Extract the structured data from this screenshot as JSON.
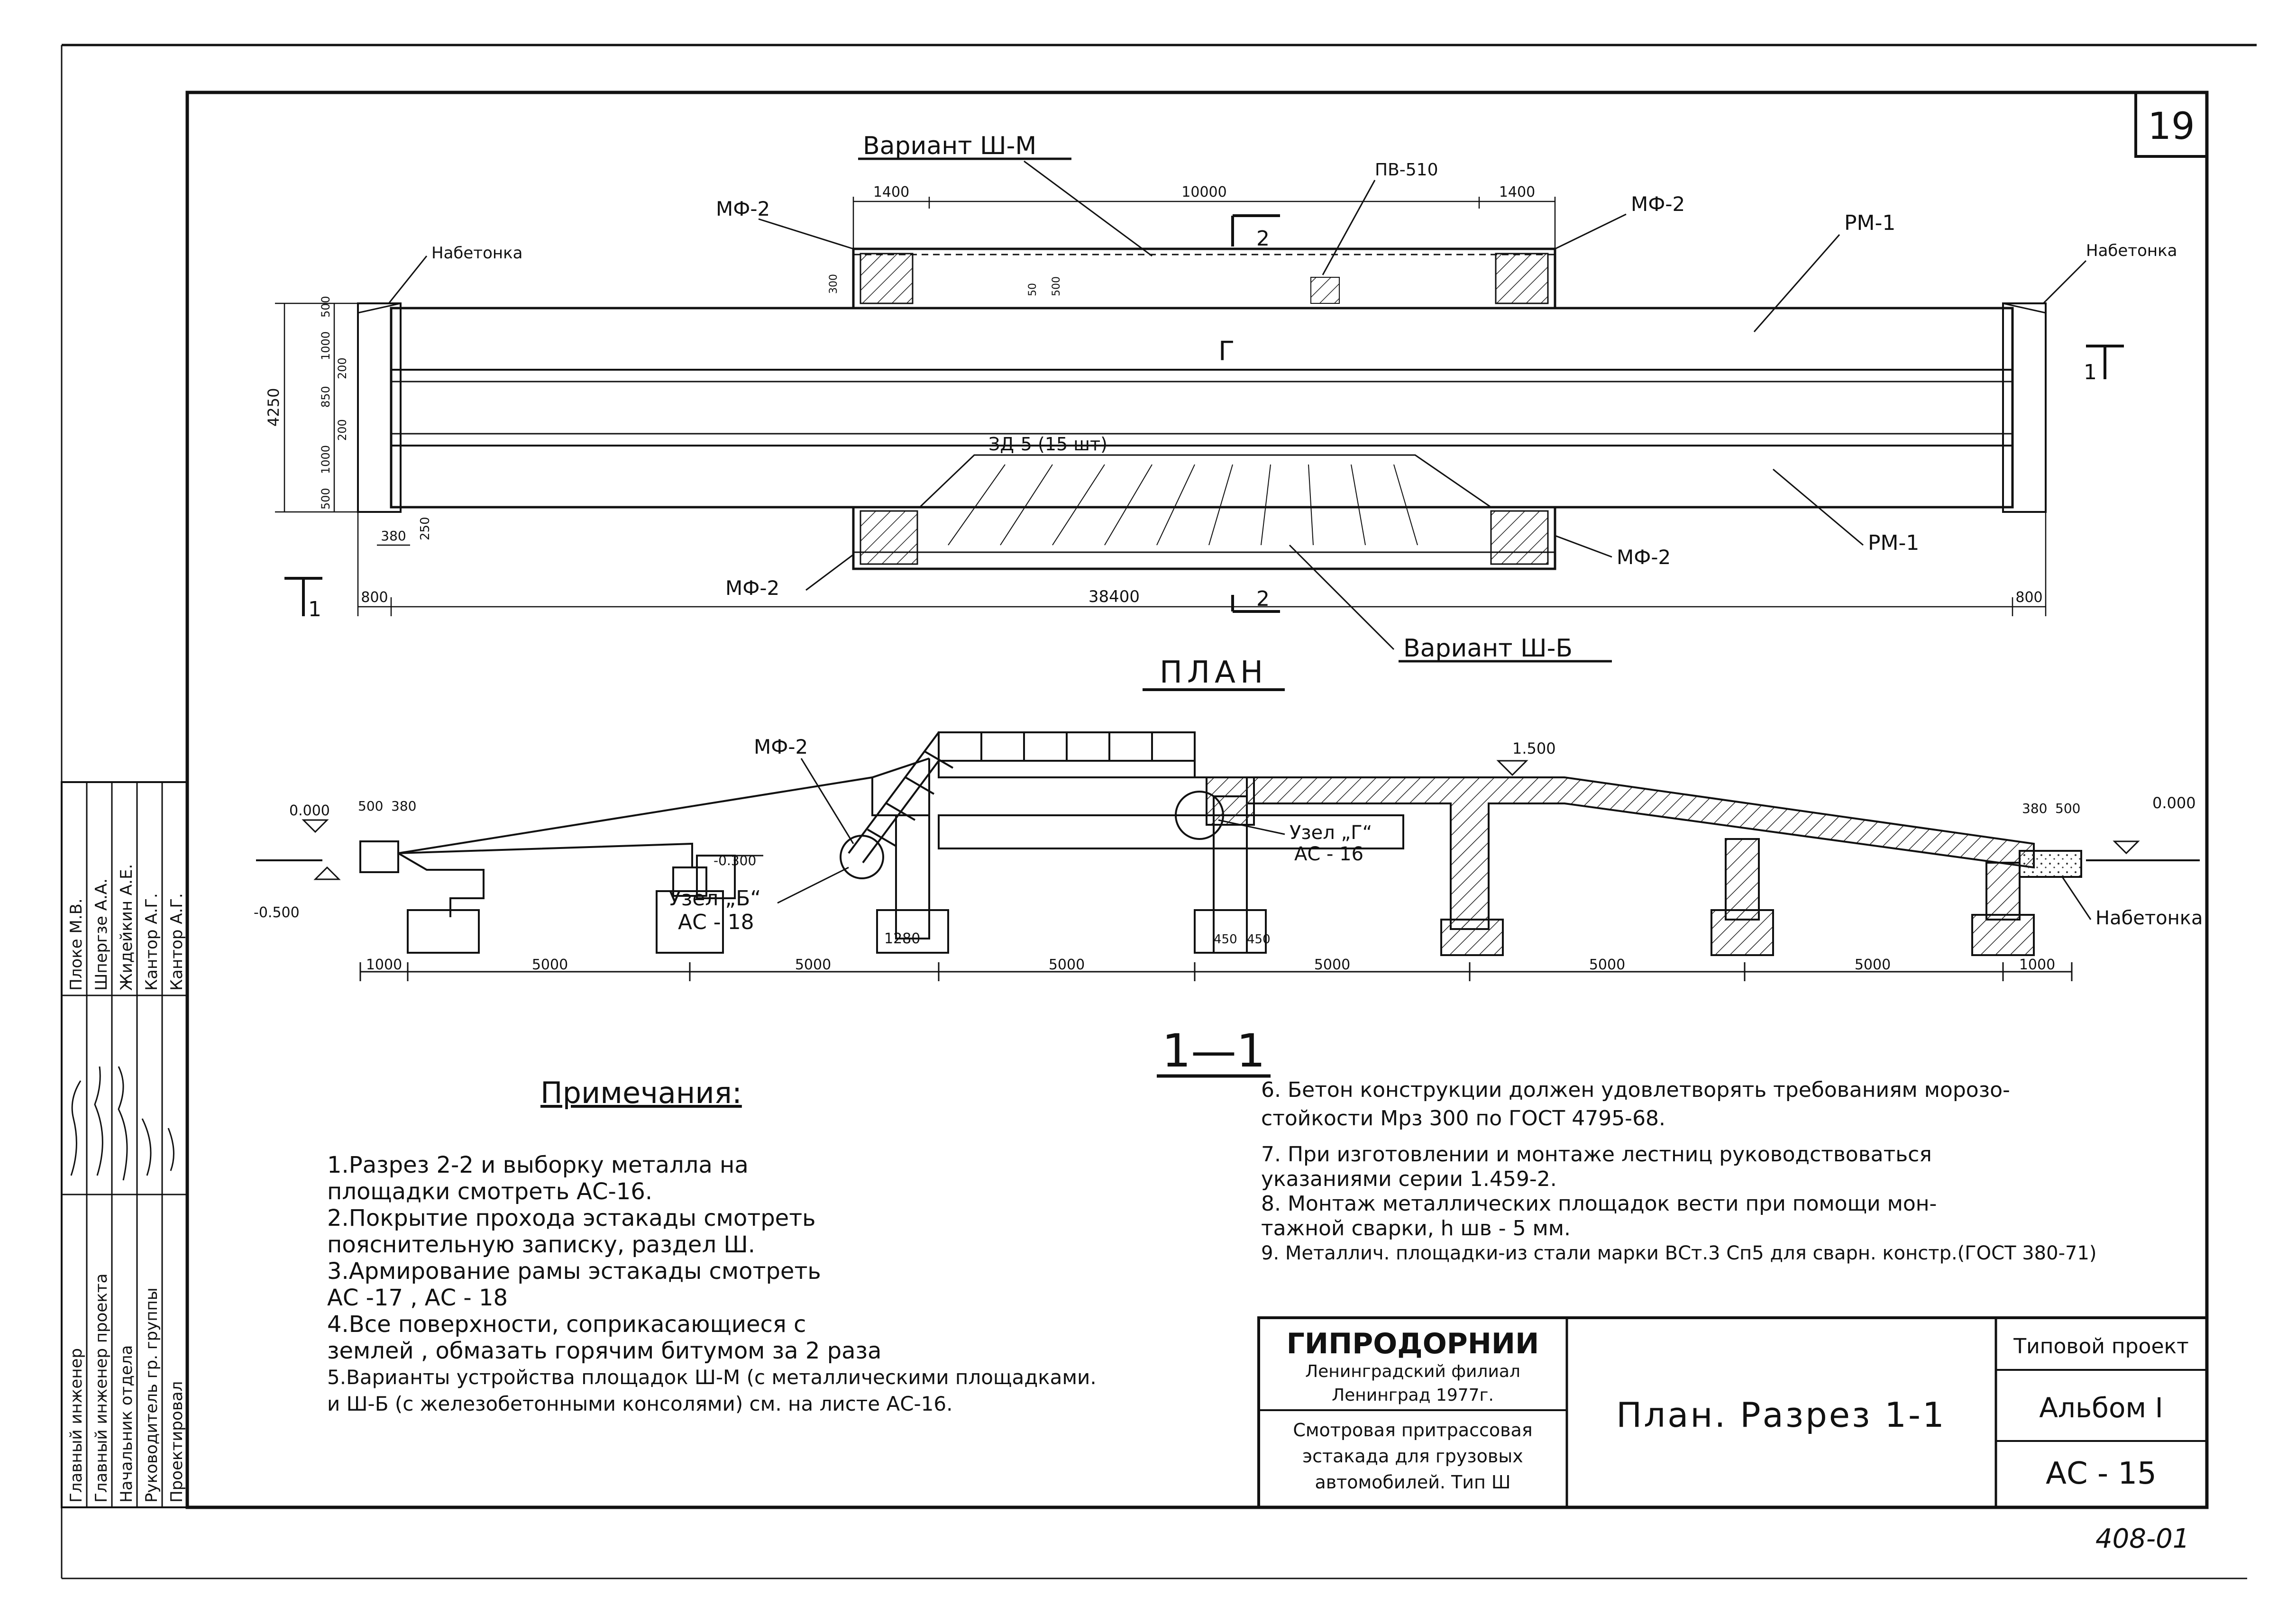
{
  "sheet_number": "19",
  "plan": {
    "title": "ПЛАН",
    "variant_top": "Вариант Ш-М",
    "variant_bottom": "Вариант Ш-Б",
    "labels": {
      "mf2_tl": "МФ-2",
      "mf2_tr": "МФ-2",
      "mf2_bl": "МФ-2",
      "mf2_br": "МФ-2",
      "pv": "ПВ-510",
      "rm1_top": "РМ-1",
      "rm1_bottom": "РМ-1",
      "nabetonka_left": "Набетонка",
      "nabetonka_right": "Набетонка",
      "zd5": "ЗД-5 (15 шт)",
      "section_2_top": "2",
      "section_2_bottom": "2",
      "section_1_left": "1",
      "section_1_right": "1",
      "gamma": "Г"
    },
    "dims": {
      "d1400a": "1400",
      "d10000": "10000",
      "d1400b": "1400",
      "d4250": "4250",
      "d800a": "800",
      "d38400": "38400",
      "d800b": "800",
      "d380": "380",
      "d250": "250",
      "v500a": "500",
      "v1000a": "1000",
      "v850": "850",
      "v200a": "200",
      "v200b": "200",
      "v1000b": "1000",
      "v500b": "500",
      "s300": "300",
      "s50": "50",
      "s500": "500"
    }
  },
  "section": {
    "title": "1—1",
    "labels": {
      "mf2": "МФ-2",
      "uzel_b": "Узел „Б“",
      "uzel_b_ref": "АС - 18",
      "uzel_g": "Узел „Г“",
      "uzel_g_ref": "АС - 16",
      "nabetonka": "Набетонка"
    },
    "elev": {
      "e0_left": "0.000",
      "e_m0500": "-0.500",
      "e_m0300": "-0.300",
      "e1500": "1.500",
      "e0_right": "0.000"
    },
    "dims": [
      "1000",
      "5000",
      "5000",
      "5000",
      "5000",
      "5000",
      "5000",
      "1000"
    ],
    "small": {
      "d500": "500",
      "d380": "380",
      "d1280": "1280",
      "d450a": "450",
      "d450b": "450",
      "d380r": "380",
      "d500r": "500"
    }
  },
  "notes": {
    "heading": "Примечания:",
    "left": [
      "1.Разрез 2-2 и выборку металла на",
      "   площадки смотреть  АС-16.",
      "2.Покрытие прохода эстакады смотреть",
      "   пояснительную записку, раздел  Ш.",
      "3.Армирование рамы эстакады смотреть",
      "   АС -17 ,  АС - 18",
      "4.Все поверхности, соприкасающиеся  с",
      "   землей , обмазать горячим битумом за 2 раза",
      "5.Варианты устройства площадок Ш-М (с металлическими площадками.",
      "   и Ш-Б (с железобетонными консолями) см. на листе  АС-16."
    ],
    "right": [
      "6. Бетон конструкции должен удовлетворять требованиям морозо-",
      "    стойкости  Мрз 300  по ГОСТ 4795-68.",
      "7. При изготовлении и монтаже лестниц руководствоваться",
      "    указаниями серии  1.459-2.",
      "8. Монтаж металлических площадок вести при помощи мон-",
      "    тажной  сварки, h шв - 5 мм.",
      "9. Металлич. площадки-из стали марки ВСт.3 Сп5 для сварн. констр.(ГОСТ 380-71)"
    ]
  },
  "title_block": {
    "org": "ГИПРОДОРНИИ",
    "branch": "Ленинградский филиал",
    "city_year": "Ленинград  1977г.",
    "desc_1": "Смотровая притрассовая",
    "desc_2": "эстакада для грузовых",
    "desc_3": "автомобилей. Тип Ш",
    "sheet_title": "План. Разрез 1-1",
    "typ_proj": "Типовой проект",
    "album": "Альбом I",
    "code": "АС - 15",
    "series": "408-01"
  },
  "staff": {
    "roles": [
      "Главный инженер",
      "Главный инженер проекта",
      "Начальник отдела",
      "Руководитель гр. группы",
      "Проектировал"
    ],
    "names": [
      "Плоке М.В.",
      "Шпергзе А.А.",
      "Жидейкин А.Е.",
      "Кантор А.Г.",
      "Кантор А.Г."
    ]
  }
}
